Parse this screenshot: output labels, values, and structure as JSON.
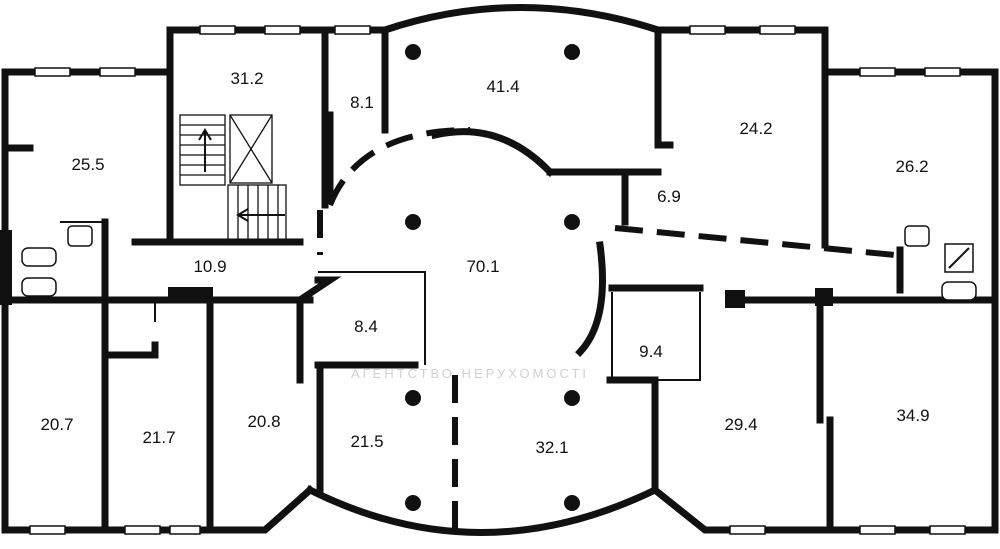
{
  "rooms": [
    {
      "id": "r-25-5",
      "label": "25.5"
    },
    {
      "id": "r-31-2",
      "label": "31.2"
    },
    {
      "id": "r-8-1",
      "label": "8.1"
    },
    {
      "id": "r-41-4",
      "label": "41.4"
    },
    {
      "id": "r-24-2",
      "label": "24.2"
    },
    {
      "id": "r-26-2",
      "label": "26.2"
    },
    {
      "id": "r-6-9",
      "label": "6.9"
    },
    {
      "id": "r-10-9",
      "label": "10.9"
    },
    {
      "id": "r-70-1",
      "label": "70.1"
    },
    {
      "id": "r-8-4",
      "label": "8.4"
    },
    {
      "id": "r-9-4",
      "label": "9.4"
    },
    {
      "id": "r-20-7",
      "label": "20.7"
    },
    {
      "id": "r-21-7",
      "label": "21.7"
    },
    {
      "id": "r-20-8",
      "label": "20.8"
    },
    {
      "id": "r-21-5",
      "label": "21.5"
    },
    {
      "id": "r-32-1",
      "label": "32.1"
    },
    {
      "id": "r-29-4",
      "label": "29.4"
    },
    {
      "id": "r-34-9",
      "label": "34.9"
    }
  ],
  "watermark": "АГЕНТСТВО НЕРУХОМОСТІ",
  "colors": {
    "wall": "#111111",
    "background": "#ffffff"
  }
}
